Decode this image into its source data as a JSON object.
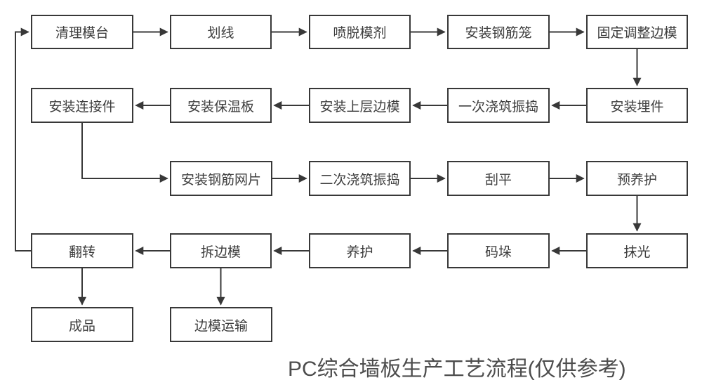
{
  "diagram": {
    "caption": "PC综合墙板生产工艺流程(仅供参考)",
    "colors": {
      "line": "#383838",
      "box_border": "#383838",
      "text": "#3d3d3d",
      "caption_text": "#4d4d4d",
      "background": "#ffffff"
    },
    "nodes": [
      {
        "id": "clean-mold-table",
        "label": "清理模台",
        "row": 1
      },
      {
        "id": "marking",
        "label": "划线",
        "row": 1
      },
      {
        "id": "spray-release-agent",
        "label": "喷脱模剂",
        "row": 1
      },
      {
        "id": "install-rebar-cage",
        "label": "安装钢筋笼",
        "row": 1
      },
      {
        "id": "fix-adjust-side-forms",
        "label": "固定调整边模",
        "row": 1
      },
      {
        "id": "install-connectors",
        "label": "安装连接件",
        "row": 2
      },
      {
        "id": "install-insulation-board",
        "label": "安装保温板",
        "row": 2
      },
      {
        "id": "install-upper-side-forms",
        "label": "安装上层边模",
        "row": 2
      },
      {
        "id": "first-pour-vibrate",
        "label": "一次浇筑振捣",
        "row": 2
      },
      {
        "id": "install-embedded-parts",
        "label": "安装埋件",
        "row": 2
      },
      {
        "id": "install-rebar-mesh",
        "label": "安装钢筋网片",
        "row": 3
      },
      {
        "id": "second-pour-vibrate",
        "label": "二次浇筑振捣",
        "row": 3
      },
      {
        "id": "screed",
        "label": "刮平",
        "row": 3
      },
      {
        "id": "pre-curing",
        "label": "预养护",
        "row": 3
      },
      {
        "id": "flip",
        "label": "翻转",
        "row": 4
      },
      {
        "id": "remove-side-forms",
        "label": "拆边模",
        "row": 4
      },
      {
        "id": "curing",
        "label": "养护",
        "row": 4
      },
      {
        "id": "stacking",
        "label": "码垛",
        "row": 4
      },
      {
        "id": "trowel-finish",
        "label": "抹光",
        "row": 4
      },
      {
        "id": "finished-product",
        "label": "成品",
        "row": 5
      },
      {
        "id": "side-form-transport",
        "label": "边模运输",
        "row": 5
      }
    ],
    "edges": [
      {
        "from": "clean-mold-table",
        "to": "marking"
      },
      {
        "from": "marking",
        "to": "spray-release-agent"
      },
      {
        "from": "spray-release-agent",
        "to": "install-rebar-cage"
      },
      {
        "from": "install-rebar-cage",
        "to": "fix-adjust-side-forms"
      },
      {
        "from": "fix-adjust-side-forms",
        "to": "install-embedded-parts"
      },
      {
        "from": "install-embedded-parts",
        "to": "first-pour-vibrate"
      },
      {
        "from": "first-pour-vibrate",
        "to": "install-upper-side-forms"
      },
      {
        "from": "install-upper-side-forms",
        "to": "install-insulation-board"
      },
      {
        "from": "install-insulation-board",
        "to": "install-connectors"
      },
      {
        "from": "install-connectors",
        "to": "install-rebar-mesh"
      },
      {
        "from": "install-rebar-mesh",
        "to": "second-pour-vibrate"
      },
      {
        "from": "second-pour-vibrate",
        "to": "screed"
      },
      {
        "from": "screed",
        "to": "pre-curing"
      },
      {
        "from": "pre-curing",
        "to": "trowel-finish"
      },
      {
        "from": "trowel-finish",
        "to": "stacking"
      },
      {
        "from": "stacking",
        "to": "curing"
      },
      {
        "from": "curing",
        "to": "remove-side-forms"
      },
      {
        "from": "remove-side-forms",
        "to": "flip"
      },
      {
        "from": "flip",
        "to": "finished-product"
      },
      {
        "from": "remove-side-forms",
        "to": "side-form-transport"
      },
      {
        "from": "flip",
        "to": "clean-mold-table"
      }
    ]
  }
}
